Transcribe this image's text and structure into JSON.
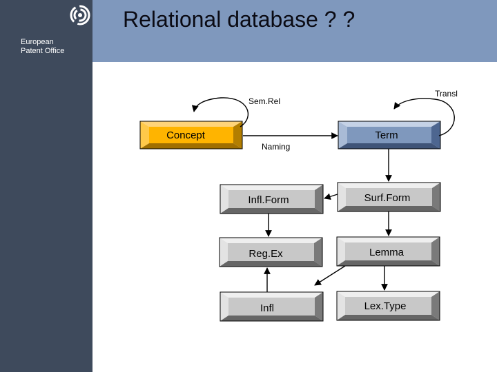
{
  "header": {
    "title": "Relational database ? ?",
    "org_line1": "European",
    "org_line2": "Patent Office",
    "logo_icon": "epo-logo-icon"
  },
  "colors": {
    "sidebar": "#3e4a5c",
    "header": "#7f98bd",
    "concept_fill": "#ffb400",
    "term_fill": "#7f98bd",
    "gray_fill": "#c8c8c8"
  },
  "nodes": {
    "concept": "Concept",
    "term": "Term",
    "inflform": "Infl.Form",
    "surfform": "Surf.Form",
    "regex": "Reg.Ex",
    "lemma": "Lemma",
    "infl": "Infl",
    "lextype": "Lex.Type"
  },
  "edges": {
    "semrel": "Sem.Rel",
    "transl": "Transl",
    "naming": "Naming"
  }
}
